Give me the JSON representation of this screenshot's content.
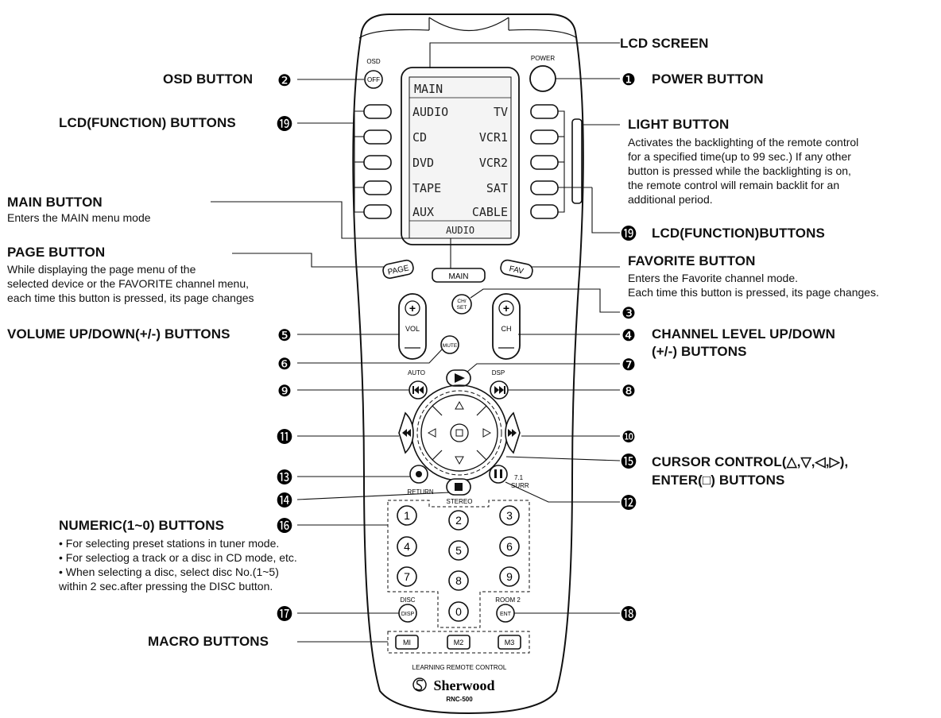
{
  "labels": {
    "lcd_screen": "LCD SCREEN",
    "osd_button": "OSD BUTTON",
    "power_button": "POWER BUTTON",
    "lcd_function_buttons_left": "LCD(FUNCTION) BUTTONS",
    "light_button": "LIGHT BUTTON",
    "light_button_desc": [
      "Activates the backlighting of the remote control",
      "for a specified time(up to 99 sec.) If any other",
      "button is pressed while the backlighting is on,",
      "the remote control will remain backlit for an",
      "additional period."
    ],
    "main_button": "MAIN BUTTON",
    "main_button_desc": "Enters the MAIN menu mode",
    "page_button": "PAGE BUTTON",
    "page_button_desc": [
      "While displaying the page menu of the",
      "selected device or the FAVORITE channel menu,",
      "each time this button is pressed, its page changes"
    ],
    "lcd_function_buttons_right": "LCD(FUNCTION)BUTTONS",
    "favorite_button": "FAVORITE BUTTON",
    "favorite_button_desc": [
      "Enters the Favorite channel mode.",
      "Each time this button is pressed, its page changes."
    ],
    "volume_buttons": "VOLUME UP/DOWN(+/-) BUTTONS",
    "channel_buttons_1": "CHANNEL LEVEL UP/DOWN",
    "channel_buttons_2": "(+/-) BUTTONS",
    "cursor_control_1": "CURSOR CONTROL(△,▽,◁,▷),",
    "cursor_control_2": "ENTER(□) BUTTONS",
    "numeric_buttons": "NUMERIC(1~0) BUTTONS",
    "numeric_desc": [
      "• For selecting preset stations in tuner mode.",
      "• For selectiog a track or a disc in CD mode, etc.",
      "• When selecting a disc, select disc No.(1~5)",
      "  within 2 sec.after pressing the DISC button."
    ],
    "macro_buttons": "MACRO BUTTONS"
  },
  "callouts": {
    "n1": "❶",
    "n2": "❷",
    "n3": "❸",
    "n4": "❹",
    "n5": "❺",
    "n6": "❻",
    "n7": "❼",
    "n8": "❽",
    "n9": "❾",
    "n10": "❿",
    "n11": "⓫",
    "n12": "⓬",
    "n13": "⓭",
    "n14": "⓮",
    "n15": "⓯",
    "n16": "⓰",
    "n17": "⓱",
    "n18": "⓲",
    "n19": "⓳"
  },
  "remote": {
    "lcd": {
      "title": "MAIN",
      "rows": [
        [
          "AUDIO",
          "TV"
        ],
        [
          "CD",
          "VCR1"
        ],
        [
          "DVD",
          "VCR2"
        ],
        [
          "TAPE",
          "SAT"
        ],
        [
          "AUX",
          "CABLE"
        ]
      ],
      "footer": "AUDIO"
    },
    "osd_top": "OSD",
    "osd_btn": "OFF",
    "power": "POWER",
    "page": "PAGE",
    "main": "MAIN",
    "fav": "FAV",
    "chset_1": "CH/",
    "chset_2": "SET",
    "vol": "VOL",
    "ch": "CH",
    "mute": "MUTE",
    "auto": "AUTO",
    "dsp": "DSP",
    "return": "RETURN",
    "surr_1": "7.1",
    "surr_2": "SURR",
    "stereo": "STEREO",
    "digits": [
      "1",
      "2",
      "3",
      "4",
      "5",
      "6",
      "7",
      "8",
      "9",
      "0"
    ],
    "disc": "DISC",
    "disp": "DISP",
    "room2": "ROOM 2",
    "ent": "ENT",
    "macros": [
      "MI",
      "M2",
      "M3"
    ],
    "learning": "LEARNING REMOTE CONTROL",
    "brand": "Sherwood",
    "model": "RNC-500",
    "plus": "+"
  },
  "colors": {
    "line": "#111111",
    "body_fill": "#ffffff",
    "lcd_fill": "#f4f4f4"
  }
}
